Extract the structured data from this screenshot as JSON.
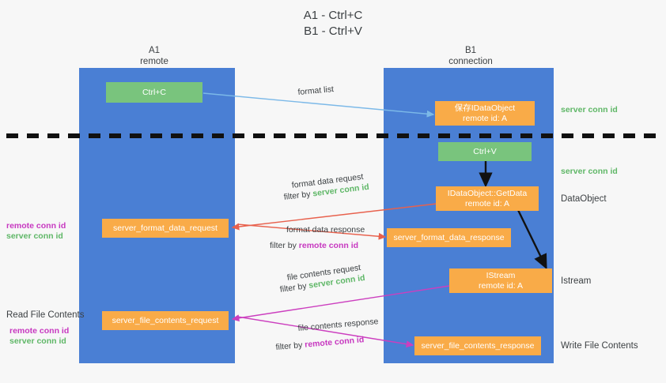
{
  "title": {
    "line1": "A1 - Ctrl+C",
    "line2": "B1 - Ctrl+V"
  },
  "lanes": [
    {
      "name": "A1",
      "sub": "remote"
    },
    {
      "name": "B1",
      "sub": "connection"
    }
  ],
  "nodes": {
    "ctrl_c": {
      "line1": "Ctrl+C"
    },
    "ctrl_v": {
      "line1": "Ctrl+V"
    },
    "save_idataobject": {
      "line1": "保存IDataObject",
      "line2": "remote id: A"
    },
    "getdata": {
      "line1": "IDataObject::GetData",
      "line2": "remote id: A"
    },
    "istream": {
      "line1": "IStream",
      "line2": "remote id: A"
    },
    "fmt_req": {
      "line1": "server_format_data_request"
    },
    "fmt_resp": {
      "line1": "server_format_data_response"
    },
    "file_req": {
      "line1": "server_file_contents_request"
    },
    "file_resp": {
      "line1": "server_file_contents_response"
    }
  },
  "edge_labels": {
    "format_list": "format list",
    "fmt_req_l1": "format data request",
    "fmt_req_filter_prefix": "filter by ",
    "fmt_req_filter_value": "server conn id",
    "fmt_resp_l1": "format data response",
    "fmt_resp_filter_prefix": "filter by ",
    "fmt_resp_filter_value": "remote conn id",
    "file_req_l1": "file contents request",
    "file_req_filter_prefix": "filter by ",
    "file_req_filter_value": "server conn id",
    "file_resp_l1": "file contents response",
    "file_resp_filter_prefix": "filter by ",
    "file_resp_filter_value": "remote conn id"
  },
  "side_labels": {
    "right_server_conn_1": "server conn id",
    "right_server_conn_2": "server conn id",
    "right_dataobject": "DataObject",
    "right_istream": "Istream",
    "right_write_file": "Write File Contents",
    "left_remote_conn_1": "remote conn id",
    "left_server_conn_1": "server conn id",
    "left_read_file": "Read File Contents",
    "left_remote_conn_2": "remote conn id",
    "left_server_conn_2": "server conn id"
  },
  "colors": {
    "lane": "#4a7fd4",
    "orange": "#f9ab48",
    "green_box": "#79c47d",
    "green_text": "#5fb767",
    "purple_text": "#c738c0",
    "red_arrow": "#e8614d",
    "blue_arrow": "#7cb9e8",
    "magenta_arrow": "#cc3fbf",
    "black": "#111111",
    "background": "#f7f7f7"
  }
}
